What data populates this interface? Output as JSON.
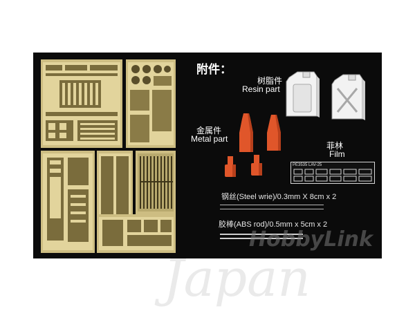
{
  "heading": "附件：",
  "resin": {
    "cn": "树脂件",
    "en": "Resin part"
  },
  "metal": {
    "cn": "金属件",
    "en": "Metal part"
  },
  "film": {
    "cn": "菲林",
    "en": "Film",
    "code": "PE3535 LAV-25"
  },
  "steel_wire": {
    "cn": "钢丝",
    "text": "(Steel wrie)/0.3mm X 8cm x 2"
  },
  "abs_rod": {
    "cn": "胶棒",
    "text": "(ABS rod)/0.5mm x 5cm x 2"
  },
  "watermark": {
    "brand": "HobbyLink",
    "region": "Japan"
  },
  "colors": {
    "background": "#0b0b0b",
    "photo_etch": "#d8c98e",
    "metal_orange": "#e0562a",
    "resin_white": "#f2f2f2"
  }
}
